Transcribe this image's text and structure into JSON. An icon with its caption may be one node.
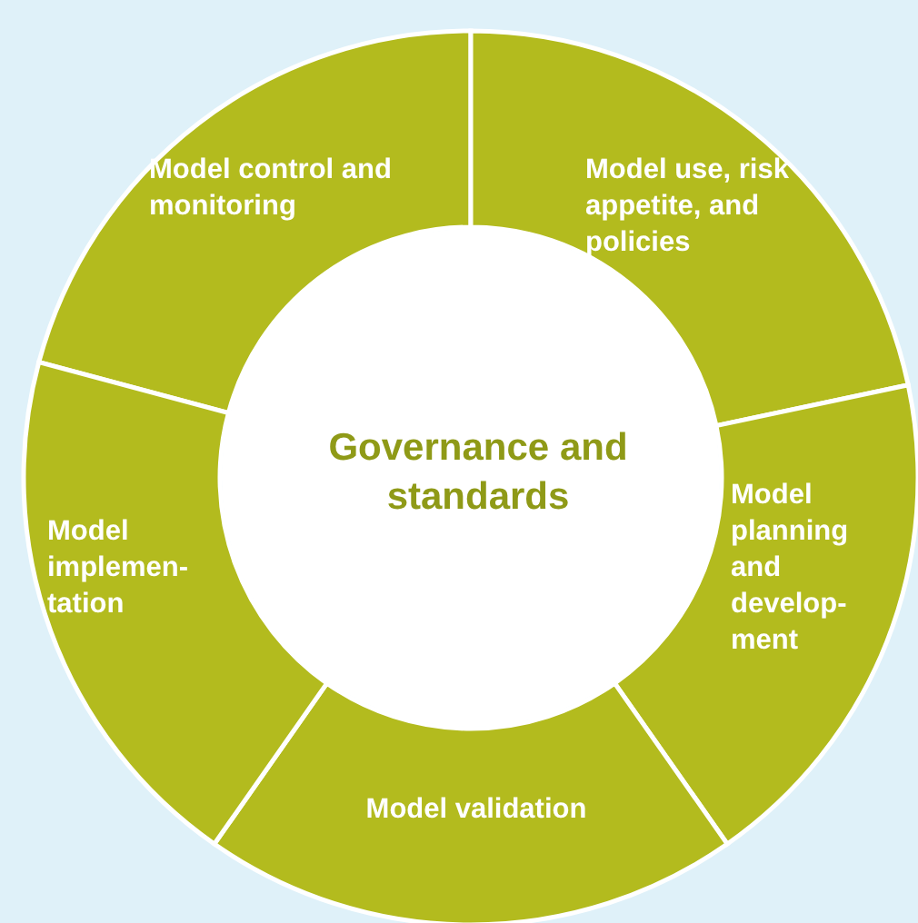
{
  "diagram": {
    "nodes": [
      {
        "text": [
          "Model control and monitoring"
        ]
      },
      {
        "text": [
          "Model use, risk appetite, and policies"
        ]
      },
      {
        "text": [
          "Model planning and develop- ment"
        ]
      },
      {
        "text": [
          "Model validation"
        ]
      },
      {
        "text": [
          "Model implemen- tation"
        ]
      },
      {
        "text": [
          "Governance and standards"
        ]
      }
    ]
  }
}
